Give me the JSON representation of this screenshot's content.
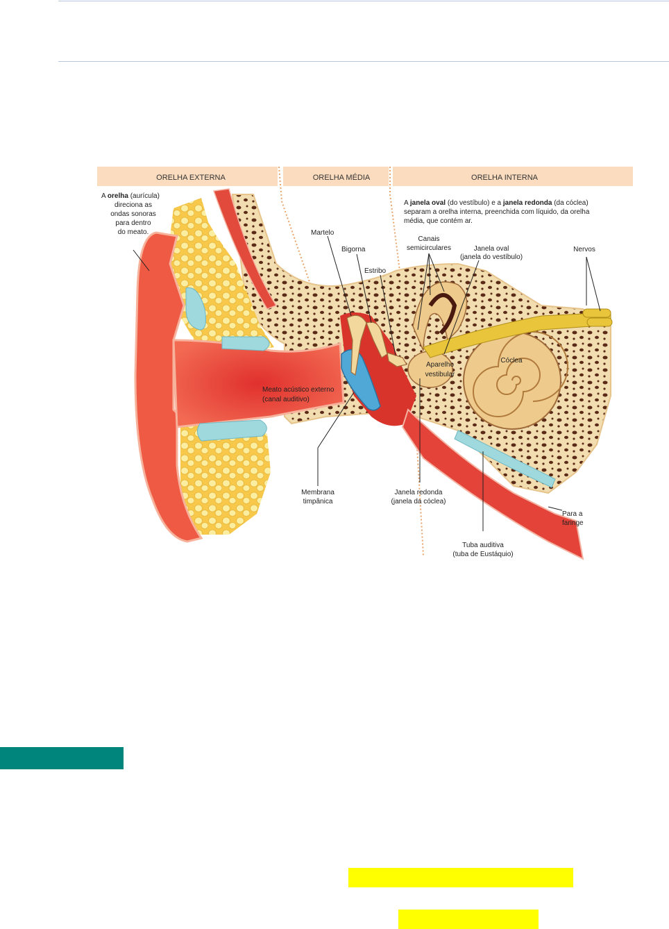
{
  "colors": {
    "accent_teal": "#00857c",
    "highlight_yellow": "#ffff00",
    "header_band": "#fbdcbf",
    "skin": "#ef5a44",
    "canal": "#e33a32",
    "cartilage": "#f7e27a",
    "bone": "#f2ddb0",
    "membrane": "#4fa8d6",
    "fluid": "#9fd9de",
    "cochlea": "#eecb8c",
    "nerve": "#e8c53a"
  },
  "diagram": {
    "sections": {
      "outer": "ORELHA EXTERNA",
      "middle": "ORELHA MÉDIA",
      "inner": "ORELHA INTERNA"
    },
    "notes": {
      "auricle": {
        "line1_bold": "orelha",
        "line1_pre": "A ",
        "line1_post": " (aurícula)",
        "line2": "direciona as",
        "line3": "ondas sonoras",
        "line4": "para dentro",
        "line5": "do meato."
      },
      "windows": {
        "line1_a": "A ",
        "line1_b": "janela oval",
        "line1_c": " (do vestíbulo) e a ",
        "line1_d": "janela redonda",
        "line1_e": " (da cóclea)",
        "line2": "separam a orelha interna, preenchida com líquido, da orelha",
        "line3": "média, que contém ar."
      }
    },
    "labels": {
      "martelo": "Martelo",
      "bigorna": "Bigorna",
      "estribo": "Estribo",
      "canais_1": "Canais",
      "canais_2": "semicirculares",
      "janela_oval_1": "Janela oval",
      "janela_oval_2": "(janela do vestíbulo)",
      "nervos": "Nervos",
      "coclea": "Cóclea",
      "aparelho_1": "Aparelho",
      "aparelho_2": "vestibular",
      "meato_1": "Meato acústico externo",
      "meato_2": "(canal auditivo)",
      "membrana_1": "Membrana",
      "membrana_2": "timpânica",
      "janela_redonda_1": "Janela redonda",
      "janela_redonda_2": "(janela da cóclea)",
      "faringe_1": "Para a",
      "faringe_2": "faringe",
      "tuba_1": "Tuba auditiva",
      "tuba_2": "(tuba de Eustáquio)"
    }
  }
}
